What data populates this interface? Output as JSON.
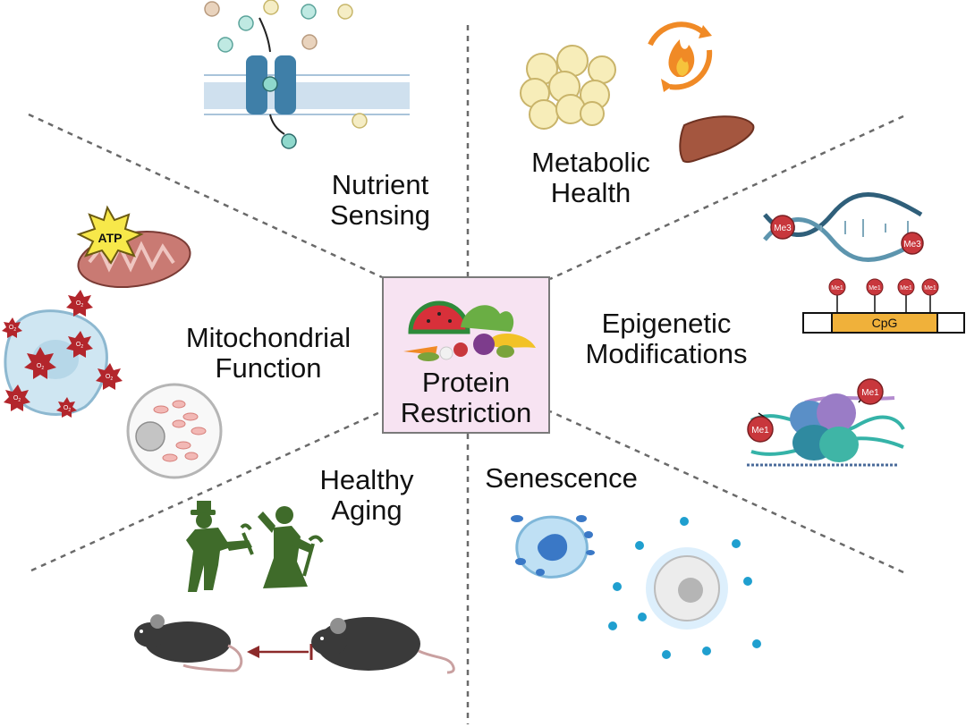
{
  "center": {
    "label": "Protein\nRestriction"
  },
  "labels": {
    "nutrient_sensing": "Nutrient\nSensing",
    "metabolic_health": "Metabolic\nHealth",
    "epigenetic": "Epigenetic\nModifications",
    "senescence": "Senescence",
    "healthy_aging": "Healthy\nAging",
    "mitochondrial": "Mitochondrial\nFunction"
  },
  "icon_text": {
    "atp": "ATP",
    "o2": "O",
    "o2_sub": "2",
    "me3": "Me3",
    "me1": "Me1",
    "cpg": "CpG"
  },
  "colors": {
    "center_fill": "#f7e3f2",
    "membrane": "#a9c4da",
    "channel": "#3f7fa8",
    "dna": "#2f5f7a",
    "methyl": "#c8373c",
    "cpg_box": "#f0b13a",
    "mitochondria": "#c97a73",
    "ros": "#b3262c",
    "silhouette": "#3f6b2a",
    "mouse": "#3a3a3a",
    "inhibit_arrow": "#8c2a2a",
    "senescent_glow": "#4aa3e6"
  }
}
